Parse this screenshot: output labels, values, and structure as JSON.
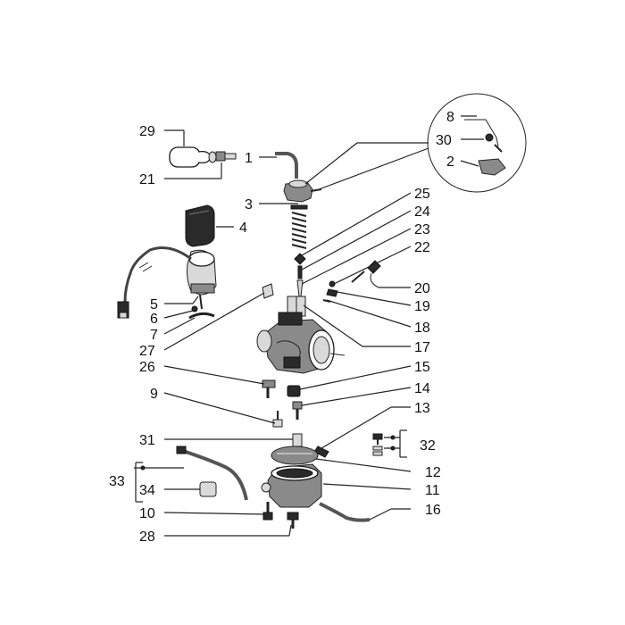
{
  "diagram": {
    "labels": [
      {
        "id": "29",
        "text": "29"
      },
      {
        "id": "21",
        "text": "21"
      },
      {
        "id": "1",
        "text": "1"
      },
      {
        "id": "3",
        "text": "3"
      },
      {
        "id": "4",
        "text": "4"
      },
      {
        "id": "5",
        "text": "5"
      },
      {
        "id": "6",
        "text": "6"
      },
      {
        "id": "7",
        "text": "7"
      },
      {
        "id": "27",
        "text": "27"
      },
      {
        "id": "26",
        "text": "26"
      },
      {
        "id": "9",
        "text": "9"
      },
      {
        "id": "31",
        "text": "31"
      },
      {
        "id": "33",
        "text": "33"
      },
      {
        "id": "34",
        "text": "34"
      },
      {
        "id": "10",
        "text": "10"
      },
      {
        "id": "28",
        "text": "28"
      },
      {
        "id": "8",
        "text": "8"
      },
      {
        "id": "30",
        "text": "30"
      },
      {
        "id": "2",
        "text": "2"
      },
      {
        "id": "25",
        "text": "25"
      },
      {
        "id": "24",
        "text": "24"
      },
      {
        "id": "23",
        "text": "23"
      },
      {
        "id": "22",
        "text": "22"
      },
      {
        "id": "20",
        "text": "20"
      },
      {
        "id": "19",
        "text": "19"
      },
      {
        "id": "18",
        "text": "18"
      },
      {
        "id": "17",
        "text": "17"
      },
      {
        "id": "15",
        "text": "15"
      },
      {
        "id": "14",
        "text": "14"
      },
      {
        "id": "13",
        "text": "13"
      },
      {
        "id": "32",
        "text": "32"
      },
      {
        "id": "12",
        "text": "12"
      },
      {
        "id": "11",
        "text": "11"
      },
      {
        "id": "16",
        "text": "16"
      }
    ]
  }
}
